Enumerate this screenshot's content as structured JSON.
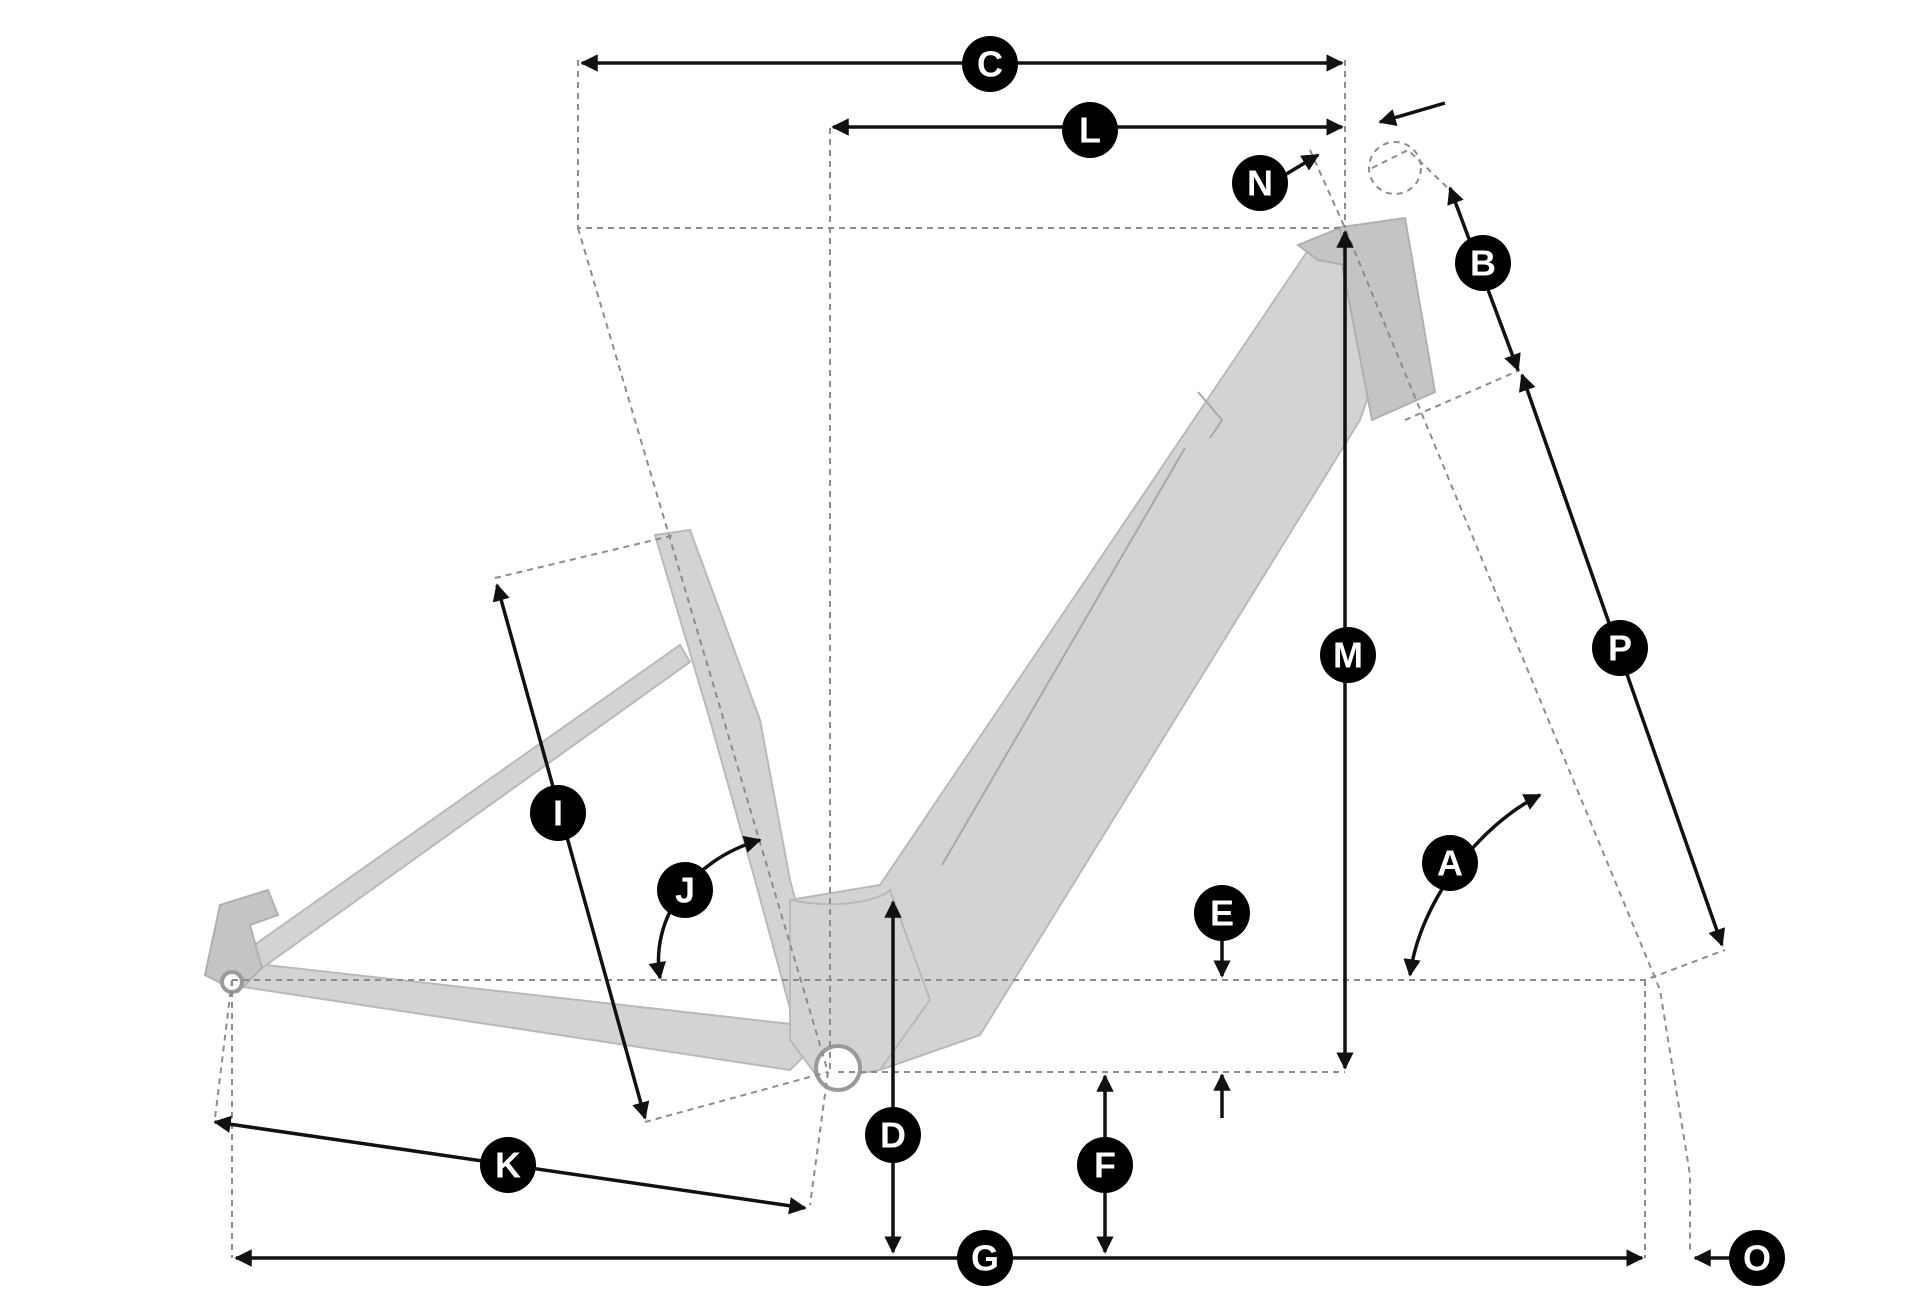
{
  "diagram": {
    "subject": "bicycle-frame-geometry",
    "labels": {
      "A": "A",
      "B": "B",
      "C": "C",
      "D": "D",
      "E": "E",
      "F": "F",
      "G": "G",
      "I": "I",
      "J": "J",
      "K": "K",
      "L": "L",
      "M": "M",
      "N": "N",
      "O": "O",
      "P": "P"
    },
    "colors": {
      "frame": "#d3d3d3",
      "dimension": "#111111",
      "guide": "#8c8c8c",
      "badge": "#000000"
    }
  }
}
